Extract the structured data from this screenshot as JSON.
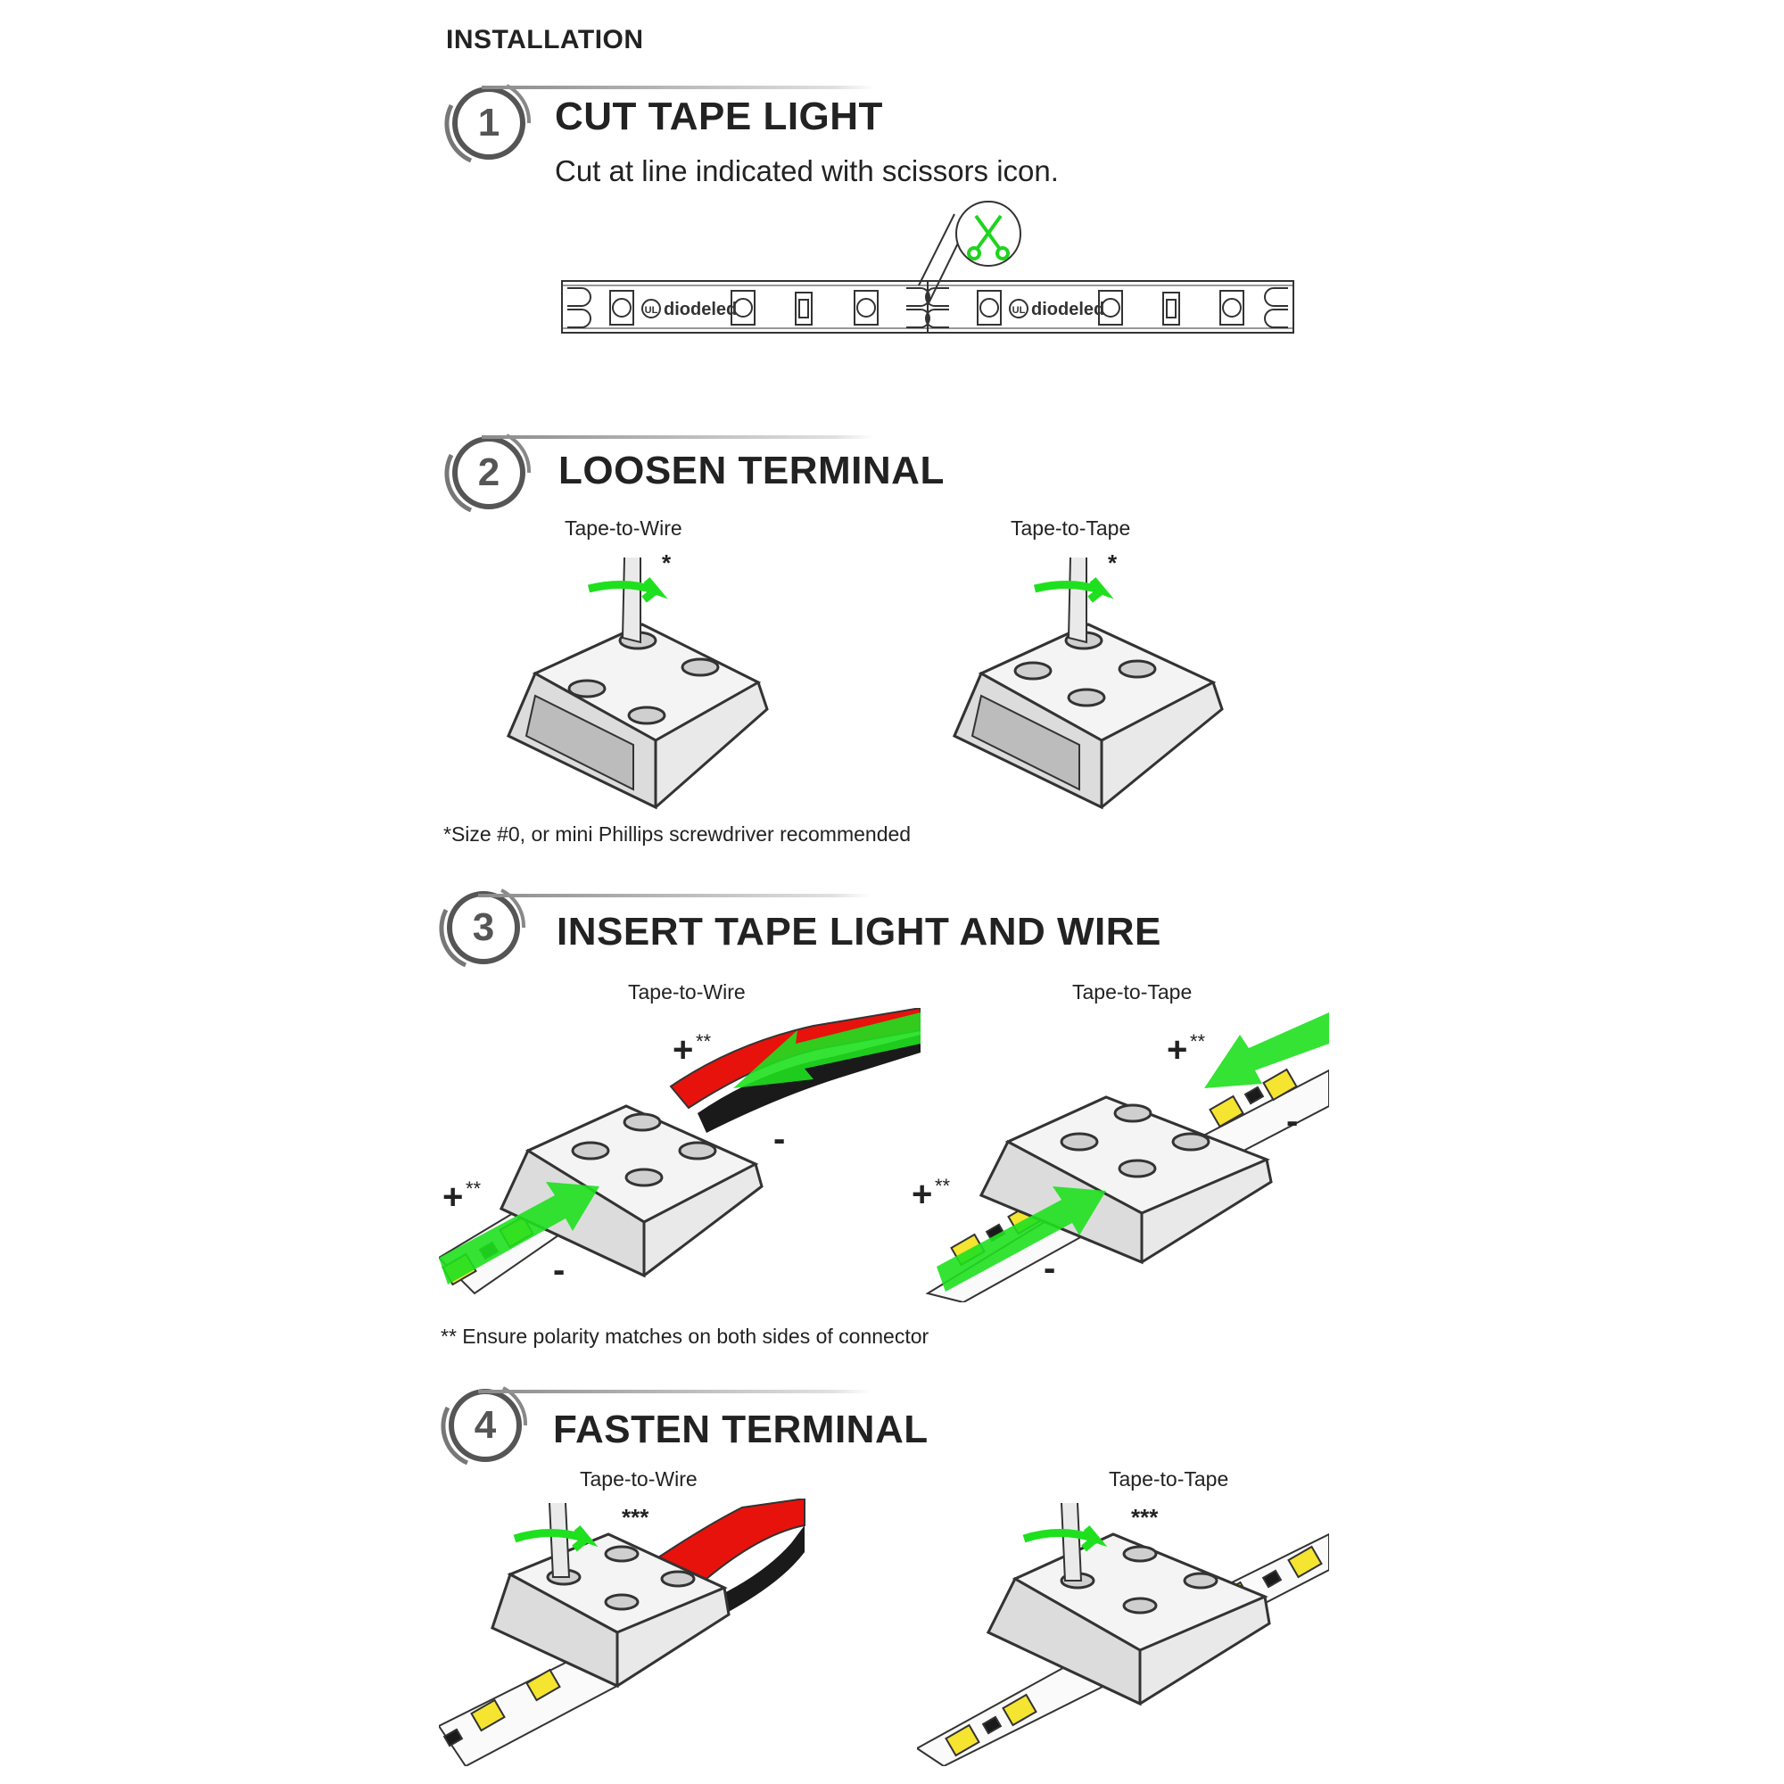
{
  "page": {
    "heading": "INSTALLATION"
  },
  "step1": {
    "number": "1",
    "title": "CUT TAPE LIGHT",
    "description": "Cut at line indicated with scissors icon.",
    "brand_logo": "diodeled",
    "ul_mark": "UL",
    "scissors_icon": "scissors-icon",
    "accent_color": "#1fd41f"
  },
  "step2": {
    "number": "2",
    "title": "LOOSEN TERMINAL",
    "label_left": "Tape-to-Wire",
    "label_right": "Tape-to-Tape",
    "mark": "*",
    "note": "*Size #0, or mini Phillips screwdriver recommended"
  },
  "step3": {
    "number": "3",
    "title": "INSERT TAPE LIGHT AND WIRE",
    "label_left": "Tape-to-Wire",
    "label_right": "Tape-to-Tape",
    "plus_mark": "+",
    "minus_mark": "-",
    "double_star": "**",
    "note": "** Ensure polarity matches on both sides of connector"
  },
  "step4": {
    "number": "4",
    "title": "FASTEN TERMINAL",
    "label_left": "Tape-to-Wire",
    "label_right": "Tape-to-Tape",
    "triple_star": "***"
  },
  "colors": {
    "green_arrow": "#1fe01f",
    "wire_red": "#e8120c",
    "wire_black": "#1a1a1a",
    "led_yellow": "#f5e430",
    "connector_gray": "#e9e9e9",
    "outline": "#333333"
  }
}
